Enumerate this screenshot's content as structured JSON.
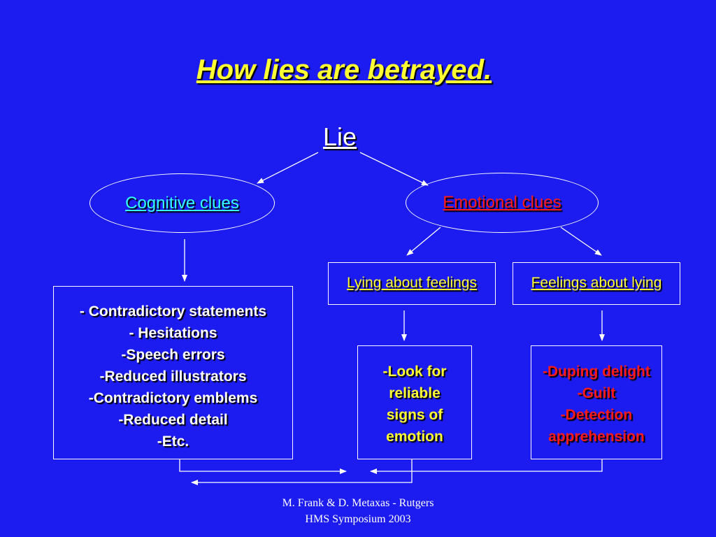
{
  "title": "How lies are betrayed.",
  "root": {
    "label": "Lie"
  },
  "cognitive": {
    "label": "Cognitive clues",
    "items": [
      "- Contradictory statements",
      "- Hesitations",
      "-Speech errors",
      "-Reduced illustrators",
      "-Contradictory emblems",
      "-Reduced detail",
      "-Etc."
    ]
  },
  "emotional": {
    "label": "Emotional clues",
    "lying_about_feelings": {
      "label": "Lying about feelings",
      "items": [
        "-Look for",
        "reliable",
        "signs of",
        "emotion"
      ]
    },
    "feelings_about_lying": {
      "label": "Feelings about lying",
      "items": [
        "-Duping delight",
        "-Guilt",
        "-Detection",
        "apprehension"
      ]
    }
  },
  "footer": {
    "line1": "M. Frank & D. Metaxas - Rutgers",
    "line2": "HMS Symposium 2003"
  },
  "colors": {
    "background": "#1c1cf0",
    "title": "#ffff33",
    "cognitive": "#33ffff",
    "emotional": "#ff1a1a",
    "text": "#ffffff"
  }
}
